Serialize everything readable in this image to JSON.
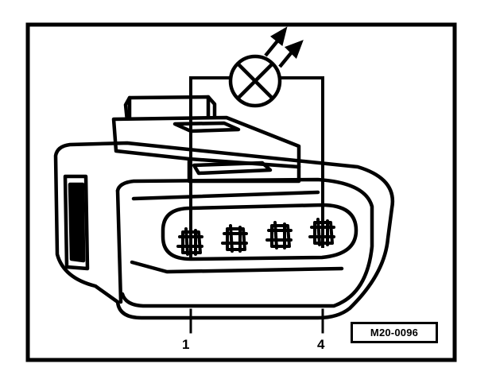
{
  "labels": {
    "pin_left": "1",
    "pin_right": "4"
  },
  "figure_ref": "M20-0096",
  "icons": [
    "test-lamp-icon",
    "connector-icon"
  ]
}
